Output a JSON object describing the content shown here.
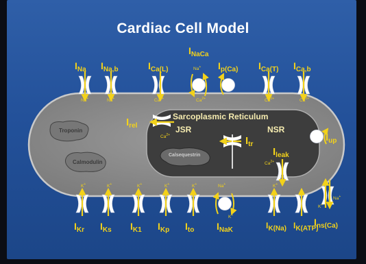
{
  "title": "Cardiac Cell Model",
  "compartments": {
    "sr": "Sarcoplasmic Reticulum",
    "jsr": "JSR",
    "nsr": "NSR"
  },
  "buffers": {
    "troponin": "Troponin",
    "calmodulin": "Calmodulin",
    "calsequestrin": "Calsequestrin"
  },
  "top_currents": [
    {
      "main": "I",
      "sub": "Na",
      "ion": "Na",
      "charge": "+"
    },
    {
      "main": "I",
      "sub": "Na,b",
      "ion": "Na",
      "charge": "+"
    },
    {
      "main": "I",
      "sub": "Ca(L)",
      "ion": "Ca",
      "charge": "2+"
    },
    {
      "main": "I",
      "sub": "NaCa",
      "ion1": "Na",
      "charge1": "+",
      "ion2": "Ca",
      "charge2": "2+"
    },
    {
      "main": "I",
      "sub": "p(Ca)",
      "ion": "",
      "charge": ""
    },
    {
      "main": "I",
      "sub": "Ca(T)",
      "ion": "Ca",
      "charge": "2+"
    },
    {
      "main": "I",
      "sub": "Ca,b",
      "ion": "Ca",
      "charge": "2+"
    }
  ],
  "sr_currents": {
    "rel": {
      "main": "I",
      "sub": "rel",
      "ion": "Ca",
      "charge": "2+"
    },
    "tr": {
      "main": "I",
      "sub": "tr"
    },
    "up": {
      "main": "I",
      "sub": "up"
    },
    "leak": {
      "main": "I",
      "sub": "leak",
      "ion": "Ca",
      "charge": "2+"
    }
  },
  "bottom_currents": [
    {
      "main": "I",
      "sub": "Kr",
      "ion": "K",
      "charge": "+"
    },
    {
      "main": "I",
      "sub": "Ks",
      "ion": "K",
      "charge": "+"
    },
    {
      "main": "I",
      "sub": "K1",
      "ion": "K",
      "charge": "+"
    },
    {
      "main": "I",
      "sub": "Kp",
      "ion": "K",
      "charge": "+"
    },
    {
      "main": "I",
      "sub": "to",
      "ion": "K",
      "charge": "+"
    },
    {
      "main": "I",
      "sub": "NaK",
      "ion1": "Na",
      "charge1": "+",
      "ion2": "K",
      "charge2": "+"
    },
    {
      "main": "I",
      "sub": "K(Na)",
      "ion": "K",
      "charge": "+"
    },
    {
      "main": "I",
      "sub": "K(ATP)",
      "ion": "",
      "charge": ""
    },
    {
      "main": "I",
      "sub": "ns(Ca)",
      "ion1": "K",
      "charge1": "+",
      "ion2": "Na",
      "charge2": "+"
    }
  ],
  "colors": {
    "background": "#23519a",
    "cell": "#8d8d8d",
    "sr": "#3d3d3d",
    "label": "#f3d21a",
    "channel": "#ffffff"
  }
}
